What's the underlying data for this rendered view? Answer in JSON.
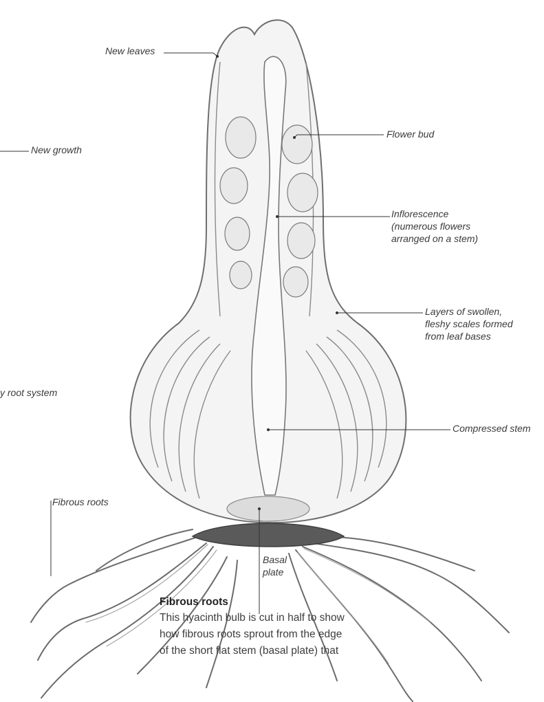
{
  "labels": {
    "new_leaves": "New leaves",
    "new_growth": "New growth",
    "flower_bud": "Flower bud",
    "inflorescence": [
      "Inflorescence",
      "(numerous flowers",
      "arranged on a stem)"
    ],
    "scales": [
      "Layers of swollen,",
      "fleshy scales formed",
      "from leaf bases"
    ],
    "root_system": "y root system",
    "compressed_stem": "Compressed stem",
    "fibrous_roots": "Fibrous roots",
    "basal_plate": [
      "Basal",
      "plate"
    ]
  },
  "caption": {
    "title": "Fibrous roots",
    "lines": [
      "This hyacinth bulb is cut in half to show",
      "how fibrous roots sprout from the edge",
      "of the short flat stem (basal plate) that"
    ]
  },
  "colors": {
    "ink": "#555555",
    "leader": "#333333",
    "text": "#3a3a3a"
  }
}
